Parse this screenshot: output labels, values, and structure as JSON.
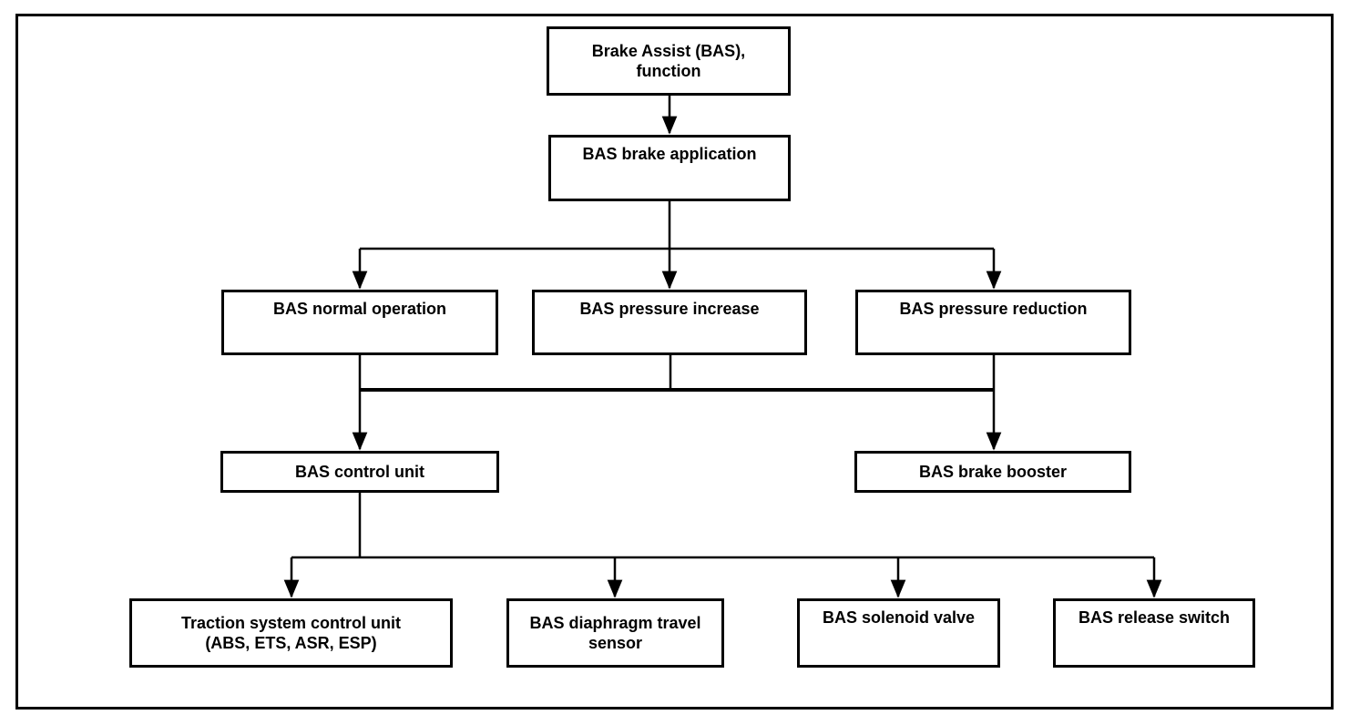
{
  "page": {
    "background_color": "#ffffff",
    "line_color": "#000000",
    "box_background_color": "#ffffff",
    "text_color": "#000000"
  },
  "diagram": {
    "type": "flowchart",
    "nodes": [
      {
        "id": "bas-function",
        "lines": [
          "Brake Assist (BAS),",
          "function"
        ]
      },
      {
        "id": "bas-brake-application",
        "lines": [
          "BAS brake application"
        ]
      },
      {
        "id": "bas-normal-operation",
        "lines": [
          "BAS normal operation"
        ]
      },
      {
        "id": "bas-pressure-increase",
        "lines": [
          "BAS pressure increase"
        ]
      },
      {
        "id": "bas-pressure-reduction",
        "lines": [
          "BAS pressure reduction"
        ]
      },
      {
        "id": "bas-control-unit",
        "lines": [
          "BAS control unit"
        ]
      },
      {
        "id": "bas-brake-booster",
        "lines": [
          "BAS brake booster"
        ]
      },
      {
        "id": "traction-system-control-unit",
        "lines": [
          "Traction system control unit",
          "(ABS, ETS, ASR, ESP)"
        ]
      },
      {
        "id": "bas-diaphragm-travel-sensor",
        "lines": [
          "BAS diaphragm travel",
          "sensor"
        ]
      },
      {
        "id": "bas-solenoid-valve",
        "lines": [
          "BAS solenoid valve"
        ]
      },
      {
        "id": "bas-release-switch",
        "lines": [
          "BAS release switch"
        ]
      }
    ],
    "edges": [
      {
        "from": "bas-function",
        "to": "bas-brake-application"
      },
      {
        "from": "bas-brake-application",
        "to": "bas-normal-operation"
      },
      {
        "from": "bas-brake-application",
        "to": "bas-pressure-increase"
      },
      {
        "from": "bas-brake-application",
        "to": "bas-pressure-reduction"
      },
      {
        "from": "bas-normal-operation",
        "to": "bas-control-unit"
      },
      {
        "from": "bas-normal-operation",
        "to": "bas-brake-booster"
      },
      {
        "from": "bas-pressure-increase",
        "to": "bas-control-unit"
      },
      {
        "from": "bas-pressure-increase",
        "to": "bas-brake-booster"
      },
      {
        "from": "bas-pressure-reduction",
        "to": "bas-control-unit"
      },
      {
        "from": "bas-pressure-reduction",
        "to": "bas-brake-booster"
      },
      {
        "from": "bas-control-unit",
        "to": "traction-system-control-unit"
      },
      {
        "from": "bas-control-unit",
        "to": "bas-diaphragm-travel-sensor"
      },
      {
        "from": "bas-control-unit",
        "to": "bas-solenoid-valve"
      },
      {
        "from": "bas-control-unit",
        "to": "bas-release-switch"
      }
    ]
  }
}
